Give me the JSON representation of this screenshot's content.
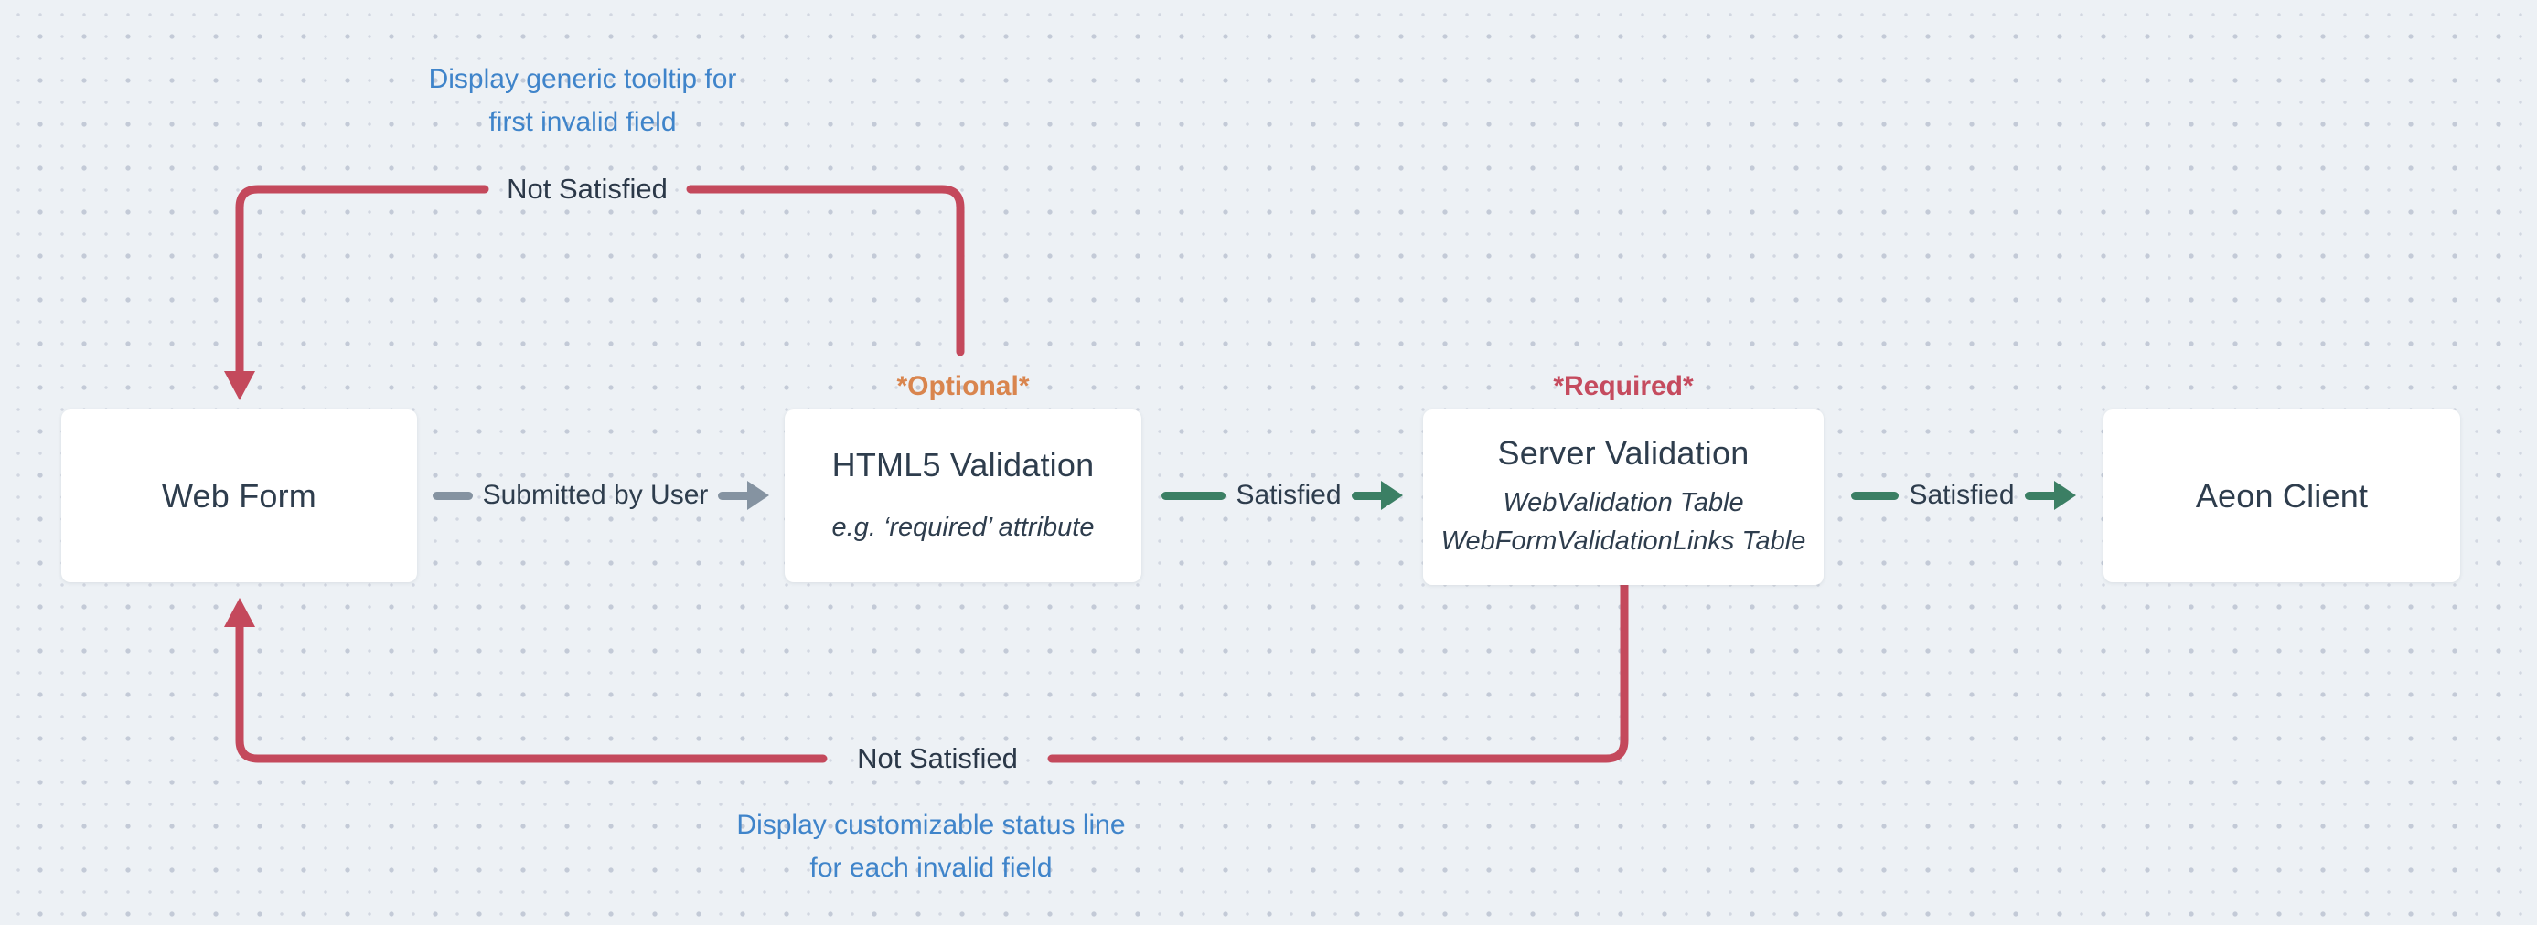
{
  "diagram": {
    "boxes": [
      {
        "id": "webform",
        "title": "Web Form"
      },
      {
        "id": "html5",
        "title": "HTML5 Validation",
        "subtitle": "e.g. ‘required’ attribute"
      },
      {
        "id": "server",
        "title": "Server Validation",
        "subtitle1": "WebValidation Table",
        "subtitle2": "WebFormValidationLinks Table"
      },
      {
        "id": "aeon",
        "title": "Aeon Client"
      }
    ],
    "connectors": {
      "submitted": {
        "label": "Submitted by User"
      },
      "satisfied1": {
        "label": "Satisfied"
      },
      "satisfied2": {
        "label": "Satisfied"
      }
    },
    "loops": {
      "top": {
        "label": "Not Satisfied"
      },
      "bottom": {
        "label": "Not Satisfied"
      }
    },
    "badges": {
      "optional": {
        "text": "*Optional*"
      },
      "required": {
        "text": "*Required*"
      }
    },
    "annotations": {
      "tooltip": {
        "line1": "Display generic tooltip for",
        "line2": "first invalid field"
      },
      "status": {
        "line1": "Display customizable status line",
        "line2": "for each invalid field"
      }
    },
    "colors": {
      "bg": "#edf1f5",
      "dot-big": "#c3cad7",
      "dot-small": "#d2d7e1",
      "ink": "#2e3d4d",
      "red": "#c4495c",
      "red-label": "#c54b5e",
      "orange": "#d9854e",
      "blue": "#3f84ca",
      "green": "#3b7f64",
      "gray": "#8593a1"
    }
  }
}
